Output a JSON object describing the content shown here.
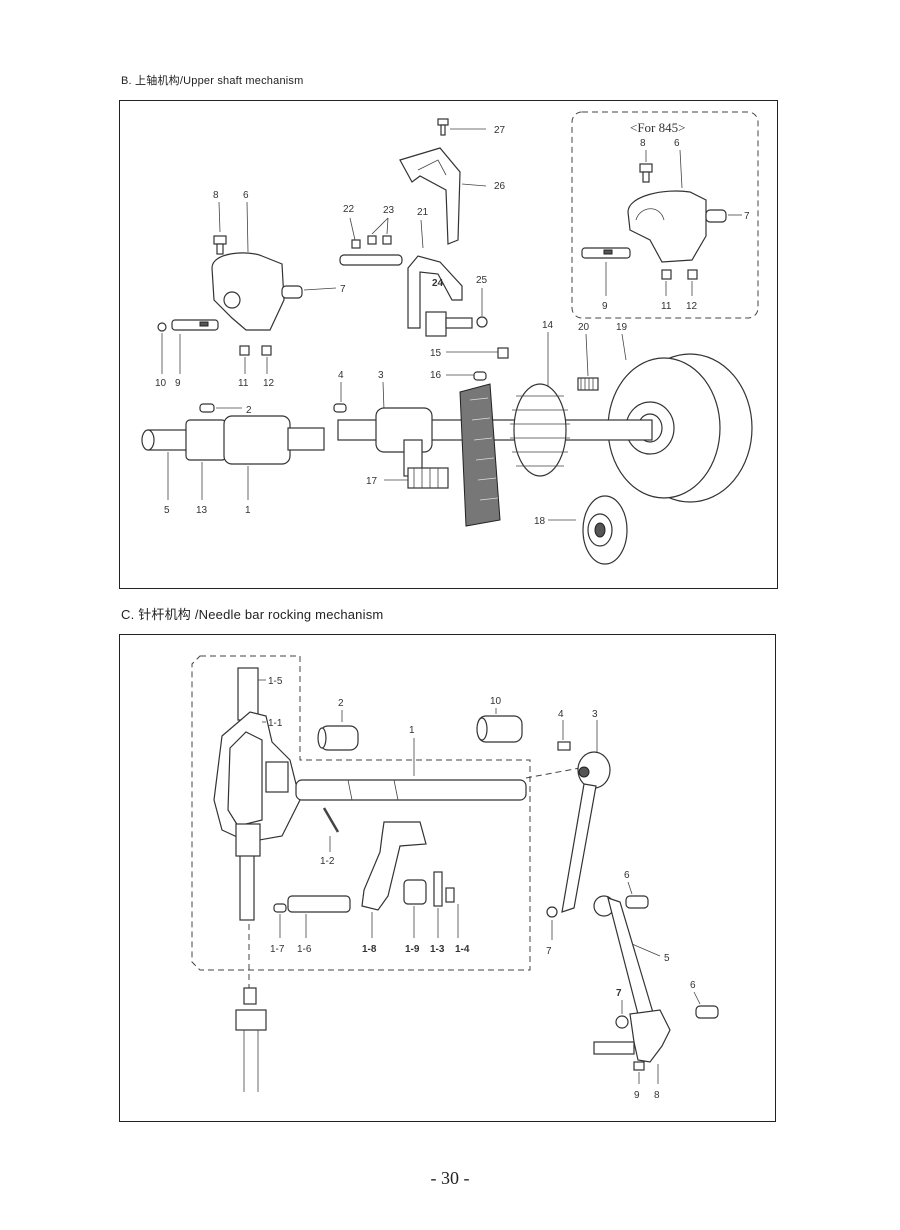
{
  "sections": {
    "b": {
      "title": "B. 上轴机构/Upper shaft mechanism",
      "variant_label": "<For   845>",
      "labels": {
        "p27": "27",
        "p26": "26",
        "p22": "22",
        "p23": "23",
        "p21": "21",
        "p24": "24",
        "p25": "25",
        "p8": "8",
        "p6": "6",
        "p7": "7",
        "p10": "10",
        "p9": "9",
        "p11": "11",
        "p12": "12",
        "p15": "15",
        "p16": "16",
        "p14": "14",
        "p20": "20",
        "p19": "19",
        "p4": "4",
        "p3": "3",
        "p2": "2",
        "p5": "5",
        "p13": "13",
        "p1": "1",
        "p17": "17",
        "p18": "18",
        "v8": "8",
        "v6": "6",
        "v7": "7",
        "v9": "9",
        "v11": "11",
        "v12": "12"
      }
    },
    "c": {
      "title": "C. 针杆机构 /Needle bar rocking mechanism",
      "labels": {
        "p1_5": "1-5",
        "p1_1": "1-1",
        "p2": "2",
        "p10": "10",
        "p1": "1",
        "p4": "4",
        "p3": "3",
        "p1_2": "1-2",
        "p1_7": "1-7",
        "p1_6": "1-6",
        "p1_8": "1-8",
        "p1_9": "1-9",
        "p1_3": "1-3",
        "p1_4": "1-4",
        "p6a": "6",
        "p7a": "7",
        "p5": "5",
        "p6b": "6",
        "p7b": "7",
        "p9": "9",
        "p8": "8"
      }
    }
  },
  "page_number": "- 30 -"
}
